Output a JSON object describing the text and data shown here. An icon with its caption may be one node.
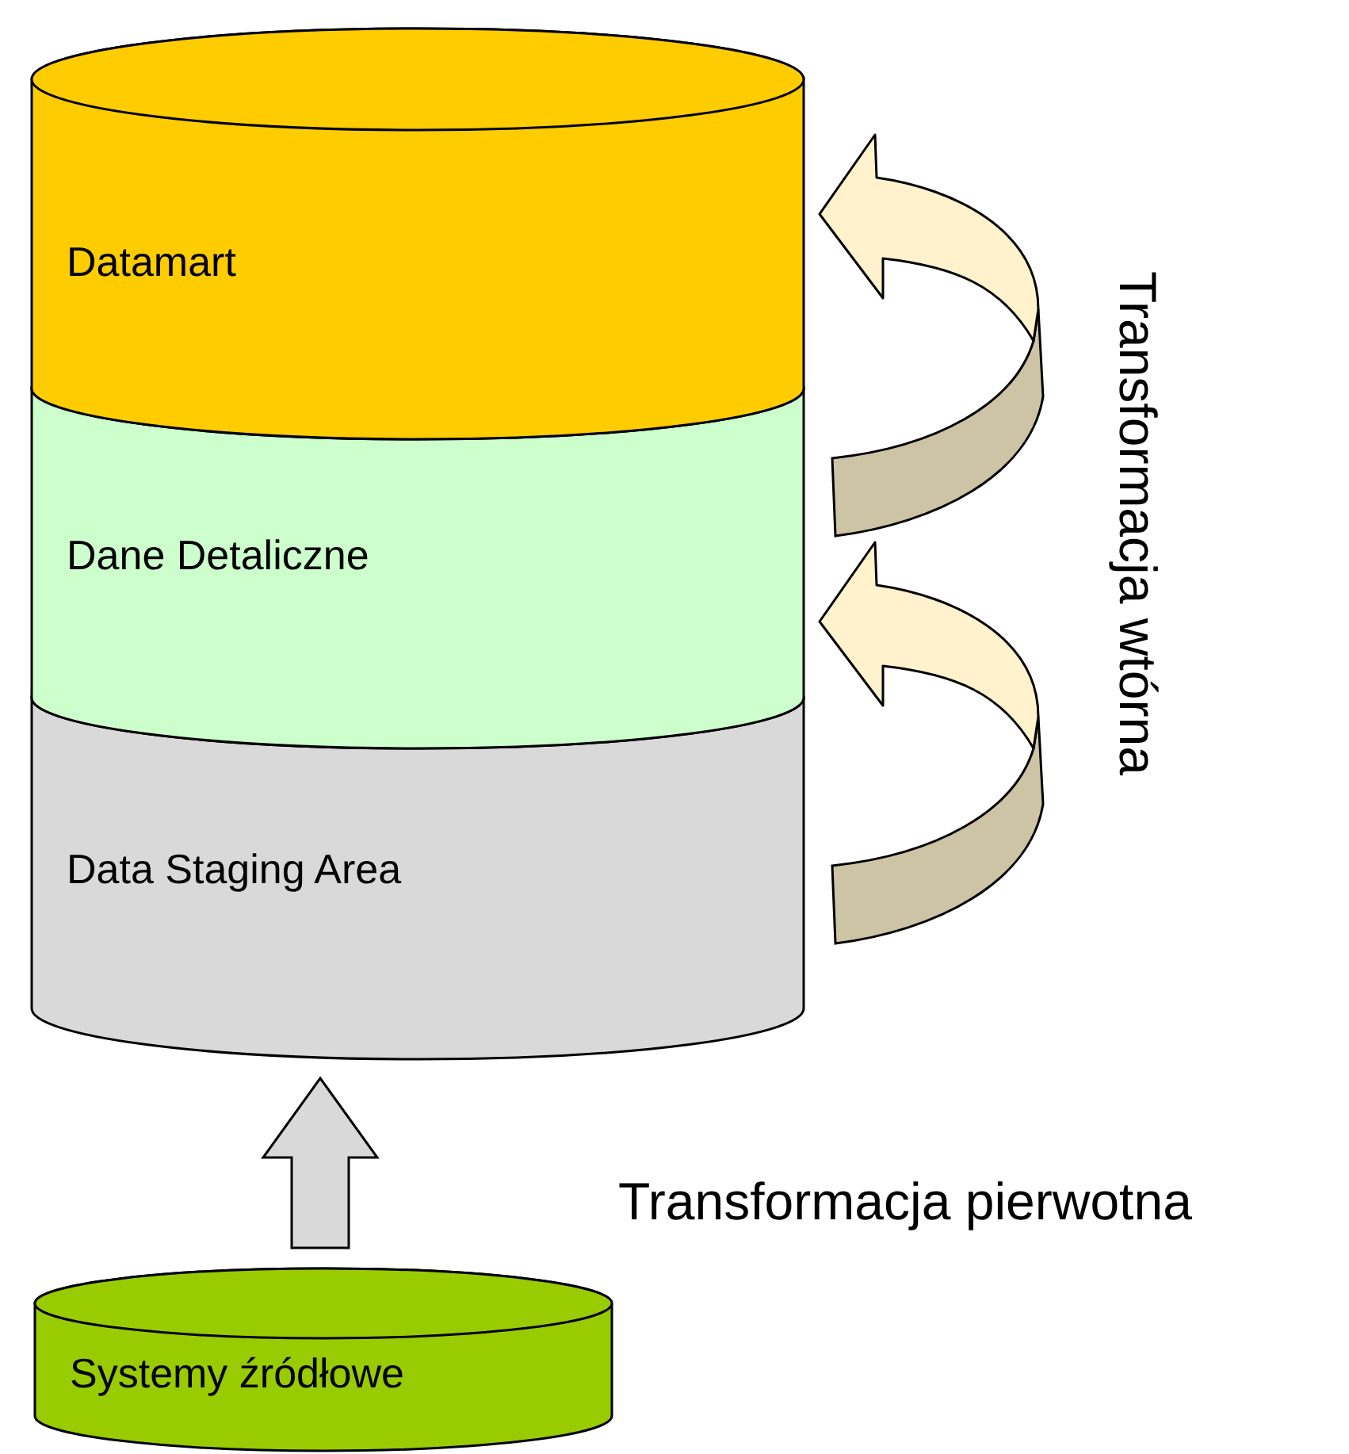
{
  "diagram": {
    "nodes": [
      {
        "text": [
          "Datamart"
        ]
      },
      {
        "text": [
          "Dane Detaliczne"
        ]
      },
      {
        "text": [
          "Data Staging Area"
        ]
      },
      {
        "text": [
          "Systemy źródłowe"
        ]
      }
    ],
    "edges": [
      {
        "from": 3,
        "to": 2,
        "arrow": "to"
      },
      {
        "from": 2,
        "to": 1,
        "arrow": "to"
      },
      {
        "from": 1,
        "to": 0,
        "arrow": "to"
      }
    ],
    "labels": [
      "Transformacja wtórna",
      "Transformacja pierwotna"
    ]
  }
}
